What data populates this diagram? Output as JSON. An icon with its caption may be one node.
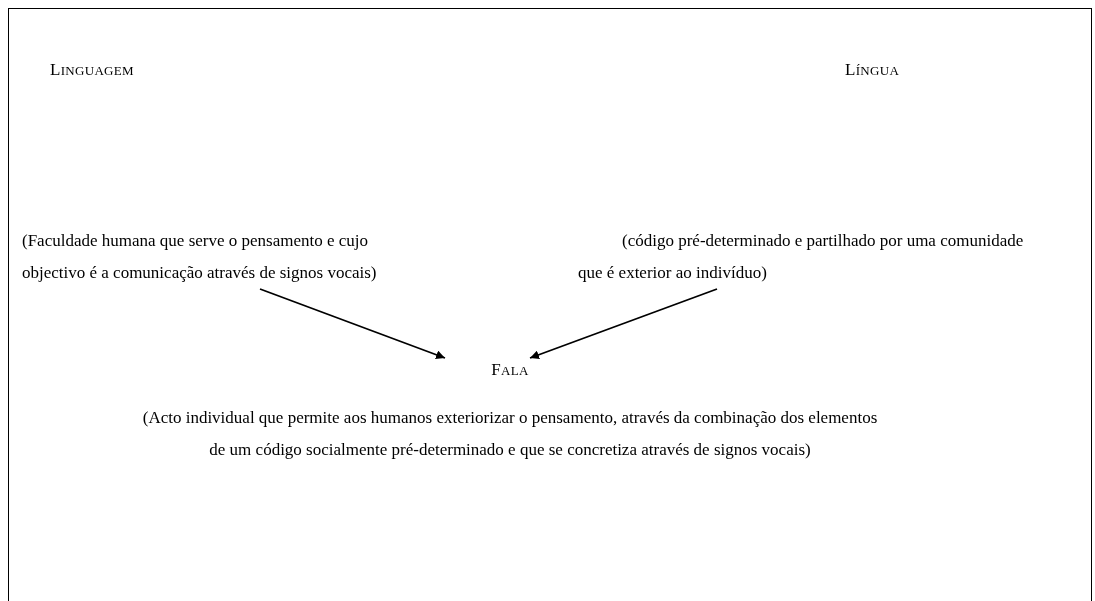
{
  "diagram": {
    "nodes": [
      {
        "text": [
          "LINGUAGEM",
          "(Faculdade humana que serve o pensamento e cujo objectivo é  a comunicação através de signos vocais)"
        ]
      },
      {
        "text": [
          "LÍNGUA",
          "(código pré-determinado e  partilhado por uma comunidade que é exterior ao indivíduo)"
        ]
      },
      {
        "text": [
          "FALA",
          "(Acto individual que permite aos humanos exteriorizar o pensamento, através da combinação dos elementos de um código socialmente pré-determinado e que se concretiza através de signos vocais)"
        ]
      }
    ],
    "edges": [
      {
        "from": 0,
        "to": 2,
        "arrow": "to"
      },
      {
        "from": 1,
        "to": 2,
        "arrow": "to"
      }
    ]
  }
}
